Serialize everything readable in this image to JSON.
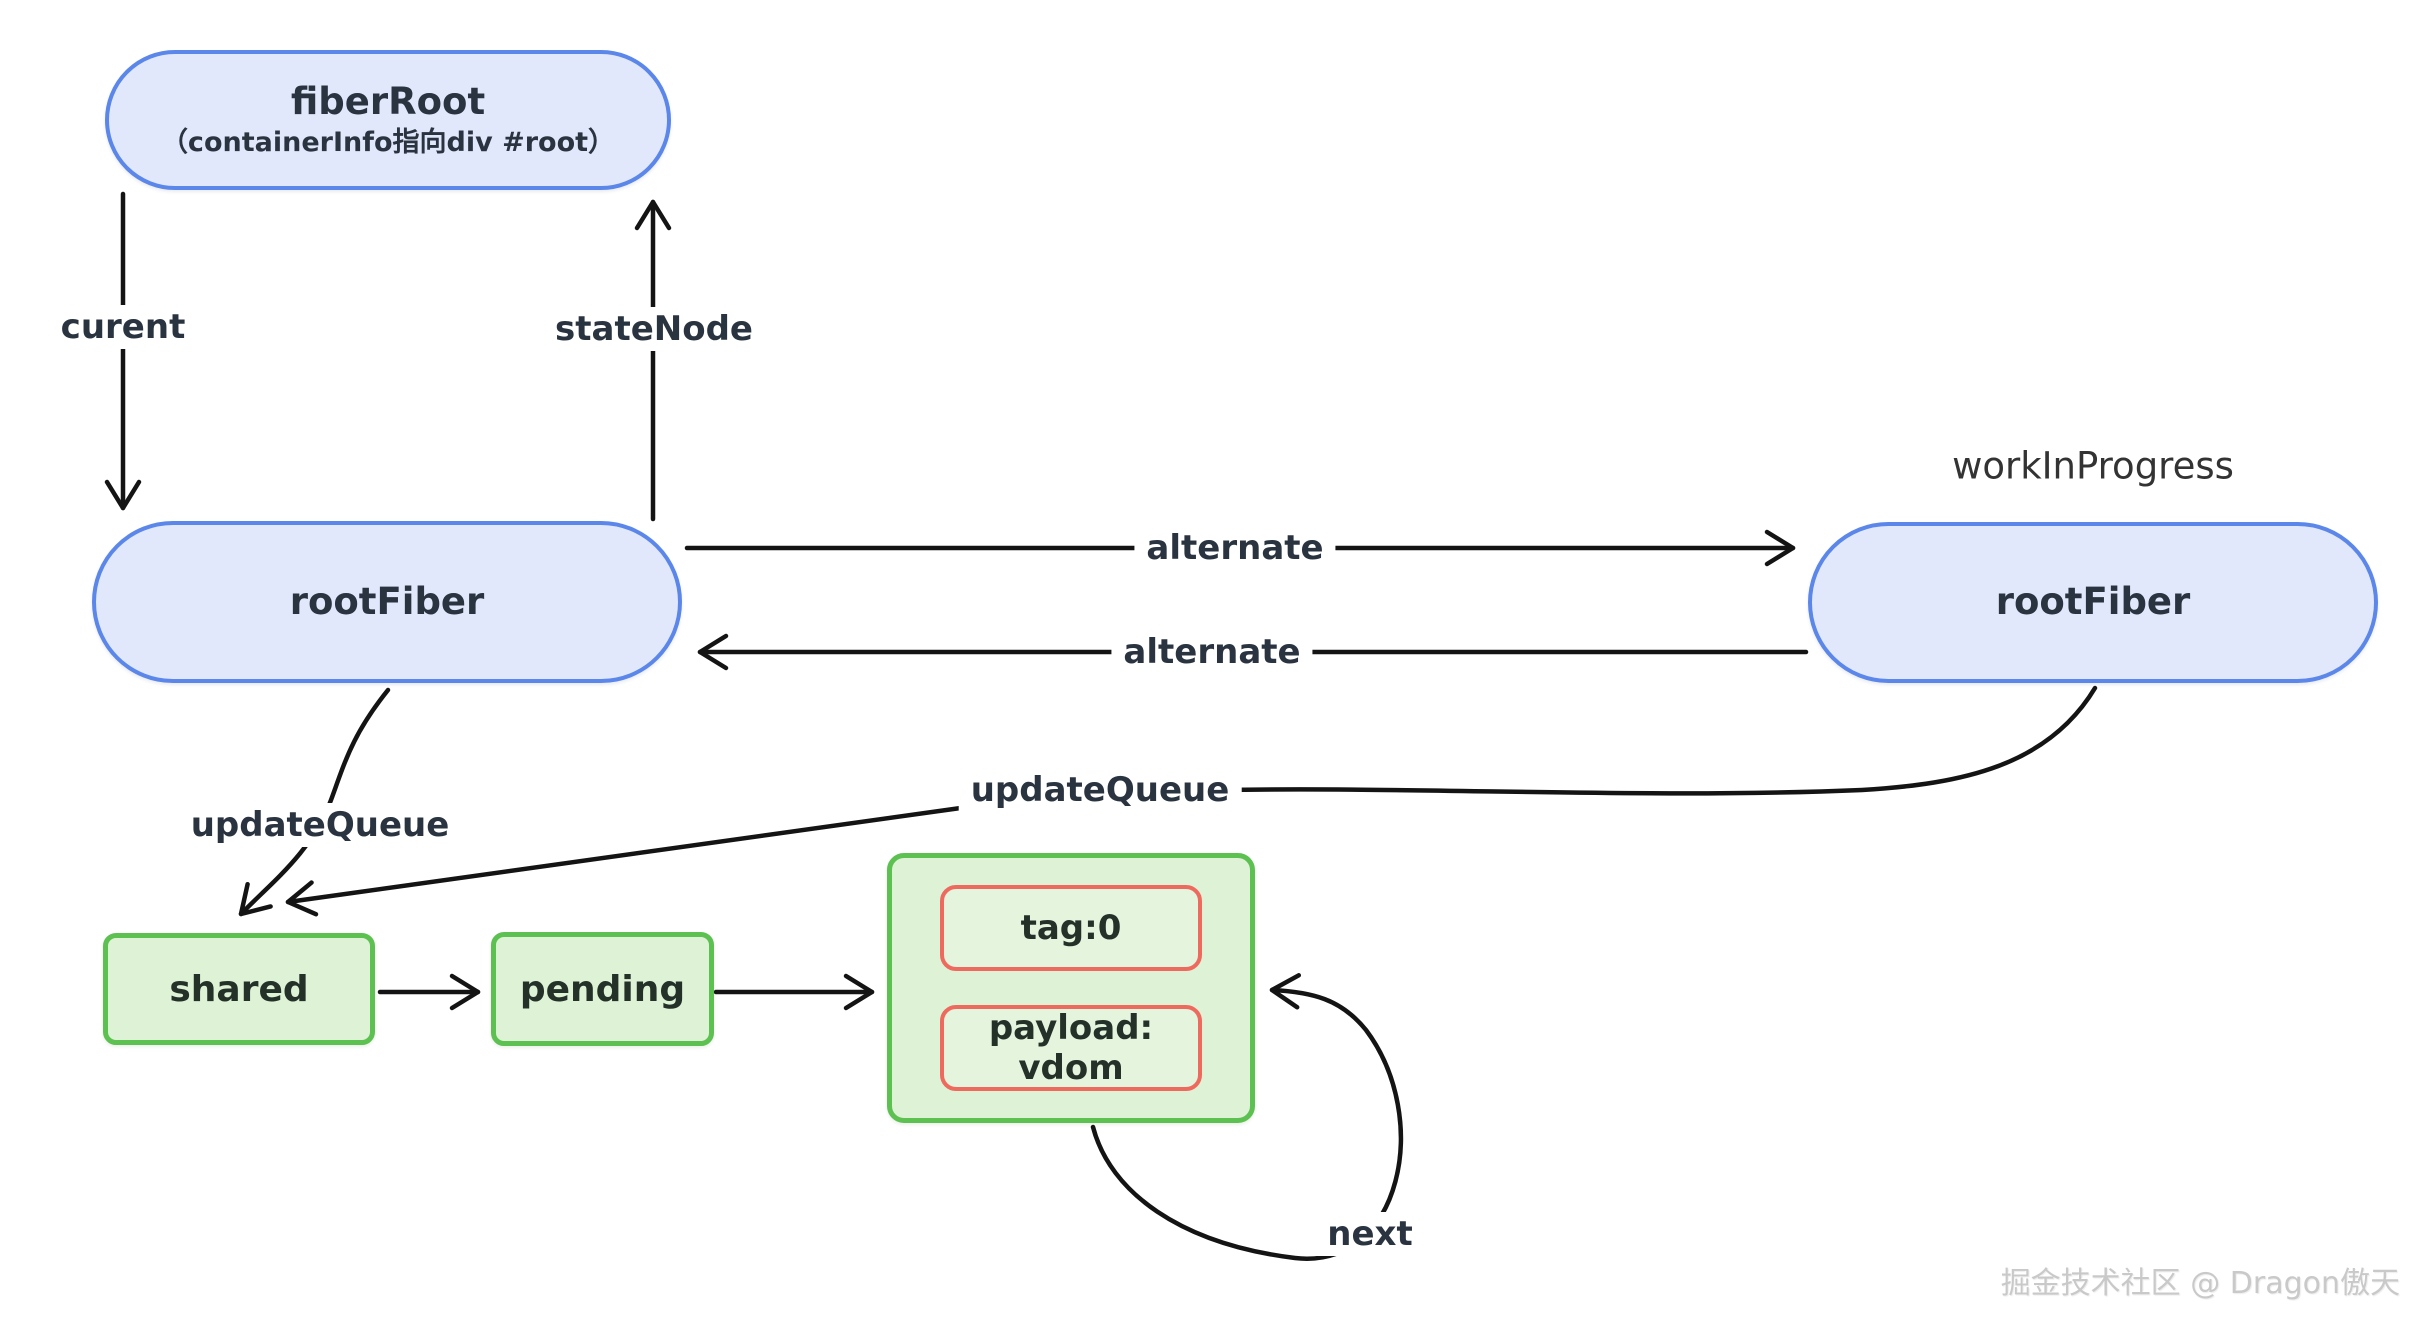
{
  "diagram": {
    "watermark": "掘金技术社区 @ Dragon傲天",
    "colors": {
      "blue_border": "#5b86ea",
      "blue_fill": "#e1e8fb",
      "green_border": "#5dc152",
      "green_fill": "#def2d6",
      "red_border": "#ef6a5e",
      "red_fill": "#e4f4dd",
      "line": "#141414",
      "text": "#2a3440",
      "caption_text": "#333333",
      "watermark_color": "#c9c9c9",
      "background": "#ffffff"
    },
    "nodes": {
      "fiber_root": {
        "title": "fiberRoot",
        "subtitle": "（containerInfo指向div #root）"
      },
      "root_fiber_current": {
        "title": "rootFiber"
      },
      "root_fiber_wip": {
        "title": "rootFiber",
        "caption": "workInProgress"
      },
      "shared": {
        "title": "shared"
      },
      "pending": {
        "title": "pending"
      },
      "update_object": {
        "tag": "tag:0",
        "payload": "payload: vdom"
      }
    },
    "edges": {
      "curent": {
        "label": "curent"
      },
      "state_node": {
        "label": "stateNode"
      },
      "alternate_top": {
        "label": "alternate"
      },
      "alternate_bottom": {
        "label": "alternate"
      },
      "update_queue_current": {
        "label": "updateQueue"
      },
      "update_queue_wip": {
        "label": "updateQueue"
      },
      "next": {
        "label": "next"
      }
    }
  }
}
